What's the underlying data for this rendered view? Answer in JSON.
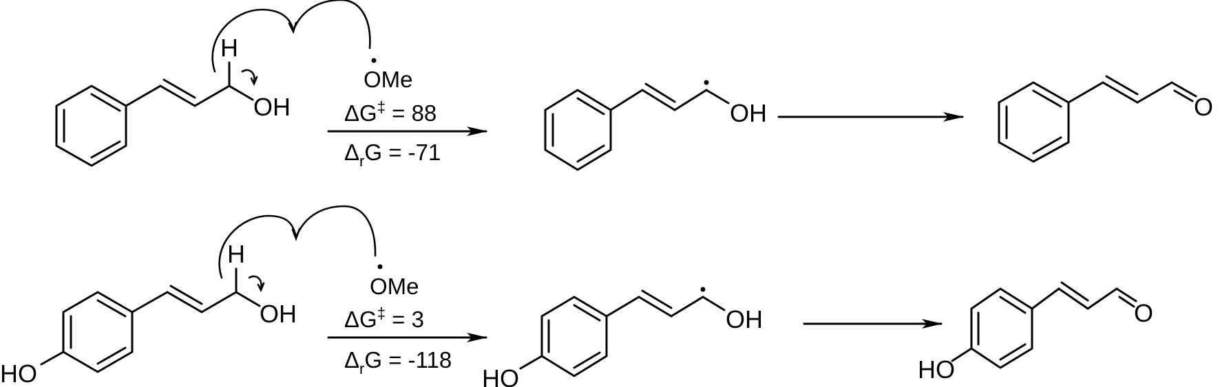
{
  "diagram": {
    "type": "reaction-scheme",
    "colors": {
      "ink": "#000000",
      "background": "#ffffff"
    },
    "reactions": [
      {
        "id": "row1",
        "reactant": {
          "name": "cinnamyl alcohol",
          "labels": {
            "h": "H",
            "oh": "OH"
          }
        },
        "reagent": "OMe",
        "conditions": {
          "dg_act_prefix": "ΔG",
          "dg_act_sup": "‡",
          "dg_act_value": " = 88",
          "dg_r_prefix": "Δ",
          "dg_r_sub": "r",
          "dg_r_value": "G = -71"
        },
        "intermediate": {
          "name": "hydroxyallyl radical",
          "labels": {
            "oh": "OH"
          }
        },
        "product": {
          "name": "cinnamaldehyde",
          "labels": {
            "o": "O"
          }
        }
      },
      {
        "id": "row2",
        "reactant": {
          "name": "p-coumaryl alcohol",
          "labels": {
            "h": "H",
            "oh": "OH",
            "ho": "HO"
          }
        },
        "reagent": "OMe",
        "conditions": {
          "dg_act_prefix": "ΔG",
          "dg_act_sup": "‡",
          "dg_act_value": " = 3",
          "dg_r_prefix": "Δ",
          "dg_r_sub": "r",
          "dg_r_value": "G = -118"
        },
        "intermediate": {
          "name": "p-hydroxy hydroxyallyl radical",
          "labels": {
            "oh": "OH",
            "ho": "HO"
          }
        },
        "product": {
          "name": "p-coumaraldehyde",
          "labels": {
            "o": "O",
            "ho": "HO"
          }
        }
      }
    ]
  }
}
